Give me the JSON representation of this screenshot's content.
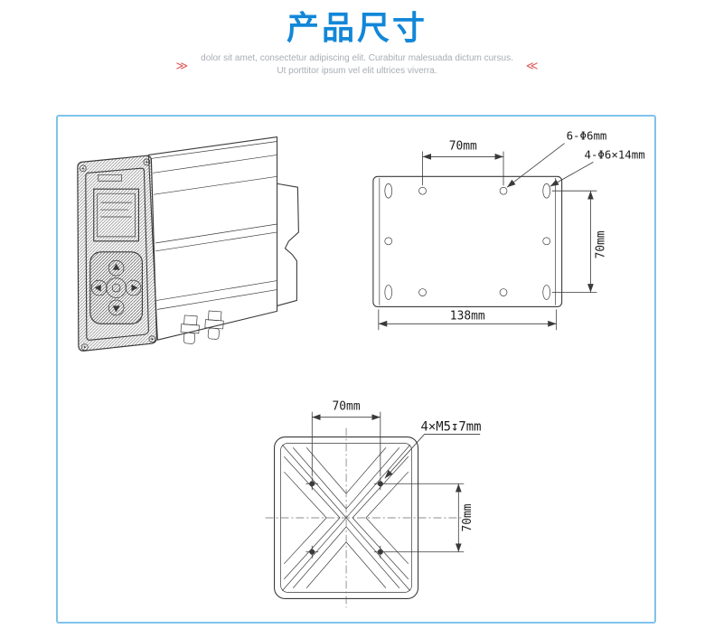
{
  "header": {
    "title": "产品尺寸",
    "title_color": "#1287d8",
    "deco_left": "≫",
    "deco_right": "≪",
    "deco_color": "#e05a5a",
    "subtitle_line1": "dolor sit amet, consectetur adipiscing elit. Curabitur malesuada dictum cursus.",
    "subtitle_line2": "Ut porttitor ipsum vel elit ultrices viverra."
  },
  "diagram": {
    "frame_border_color": "#7fc3ec",
    "line_color": "#3a3a3a",
    "plate": {
      "dim_top": "70mm",
      "label_round_holes": "6-Φ6mm",
      "label_slot_holes": "4-Φ6×14mm",
      "dim_right": "70mm",
      "dim_bottom": "138mm"
    },
    "flange": {
      "dim_top": "70mm",
      "label_holes": "4×M5↧7mm",
      "dim_right": "70mm"
    }
  }
}
